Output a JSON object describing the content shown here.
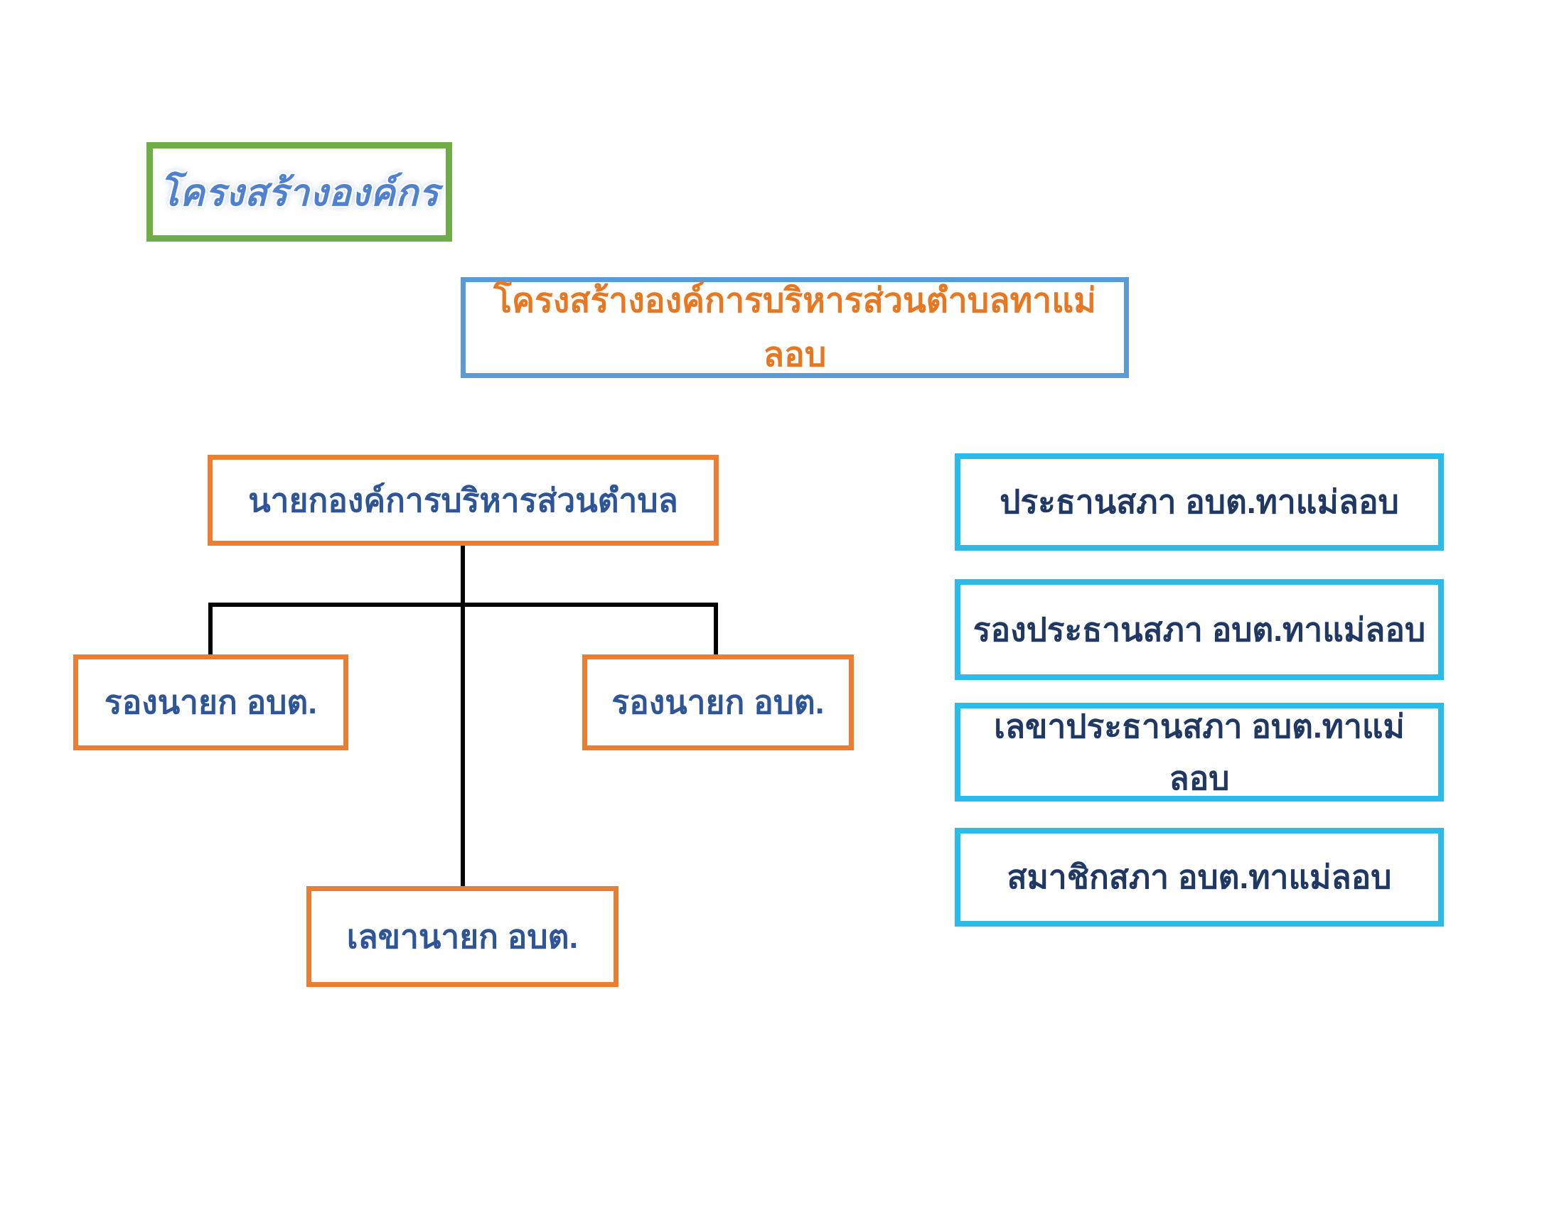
{
  "page": {
    "background": "#ffffff"
  },
  "badge": {
    "label": "โครงสร้างองค์กร"
  },
  "title": {
    "label": "โครงสร้างองค์การบริหารส่วนตำบลทาแม่ลอบ"
  },
  "executive_chart": {
    "root": {
      "label": "นายกองค์การบริหารส่วนตำบล"
    },
    "deputy_left": {
      "label": "รองนายก อบต."
    },
    "deputy_right": {
      "label": "รองนายก อบต."
    },
    "secretary": {
      "label": "เลขานายก อบต."
    }
  },
  "council_list": {
    "items": [
      {
        "label": "ประธานสภา อบต.ทาแม่ลอบ"
      },
      {
        "label": "รองประธานสภา อบต.ทาแม่ลอบ"
      },
      {
        "label": "เลขาประธานสภา อบต.ทาแม่ลอบ"
      },
      {
        "label": "สมาชิกสภา อบต.ทาแม่ลอบ"
      }
    ]
  },
  "colors": {
    "green_border": "#6FAE46",
    "blue_border": "#5B9BD5",
    "orange_border": "#ED7D31",
    "cyan_border": "#29BCEA",
    "navy_text": "#1F3864",
    "blue_text": "#2E5597",
    "orange_text": "#E87722",
    "wordart_blue": "#4F81D0",
    "connector": "#000000"
  }
}
